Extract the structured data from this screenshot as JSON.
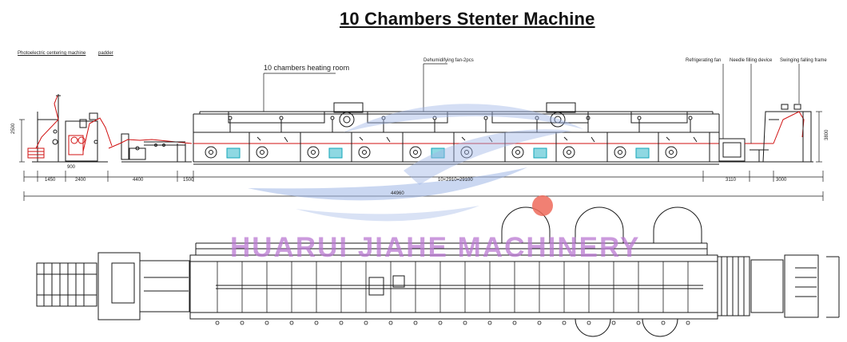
{
  "title": "10 Chambers Stenter Machine",
  "labels": {
    "photoelectric": "Photoelectric centering machine",
    "padder": "padder",
    "heating_room": "10 chambers heating room",
    "dehumidifying": "Dehumidifying fan-2pcs",
    "refrigerating": "Refrigerating fan",
    "needle_filling": "Needle filling device",
    "swinging": "Swinging falling frame"
  },
  "dimensions": {
    "d1450": "1450",
    "d900": "900",
    "d2400": "2400",
    "d4400": "4400",
    "d1500": "1500",
    "d_chambers": "10×2910=29100",
    "d3110": "3110",
    "d3000": "3000",
    "total": "44960",
    "h2500": "2500",
    "h3800": "3800"
  },
  "watermark": "HUARUI JIAHE MACHINERY",
  "colors": {
    "line": "#1a1a1a",
    "fabric": "#d01010",
    "motor": "#12a6b8",
    "watermark_text": "#b878d2",
    "watermark_swoosh": "#9fb6e6",
    "watermark_dot": "#ee6a5a"
  }
}
